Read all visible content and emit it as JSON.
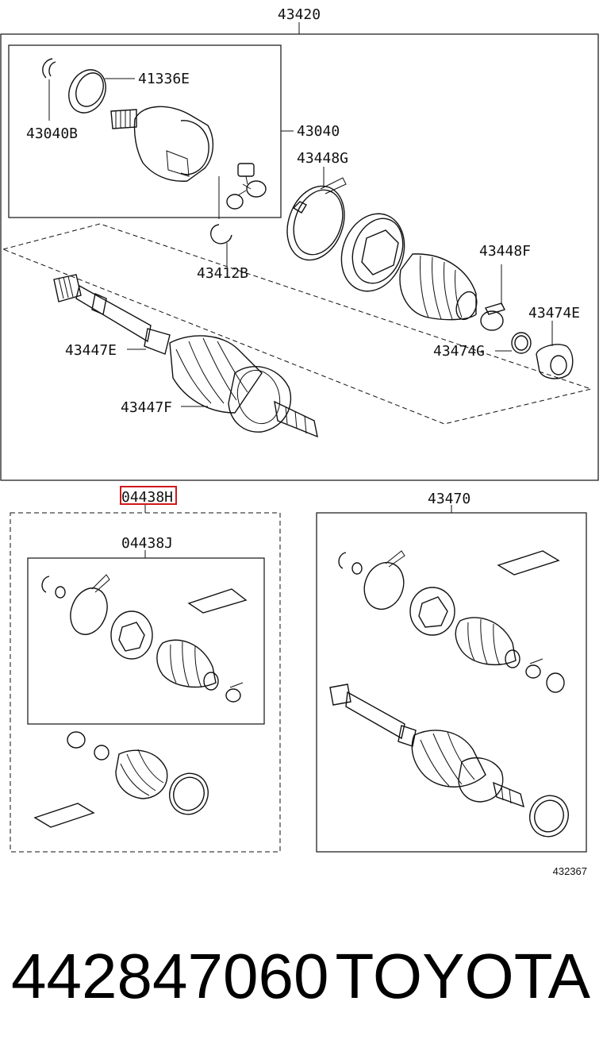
{
  "callouts": {
    "assy_43420": "43420",
    "ring_41336E": "41336E",
    "clip_43040B": "43040B",
    "joint_43040": "43040",
    "clamp_43448G": "43448G",
    "clip_43412B": "43412B",
    "clamp_43448F": "43448F",
    "ring_43474E": "43474E",
    "clamp_43447E": "43447E",
    "ring_43474G": "43474G",
    "clamp_43447F": "43447F",
    "kit_04438H": "04438H",
    "kit_04438J": "04438J",
    "assy_43470": "43470"
  },
  "figure_code": "432367",
  "part_number": "442847060",
  "brand": "TOYOTA",
  "highlight_color": "#d0181b"
}
